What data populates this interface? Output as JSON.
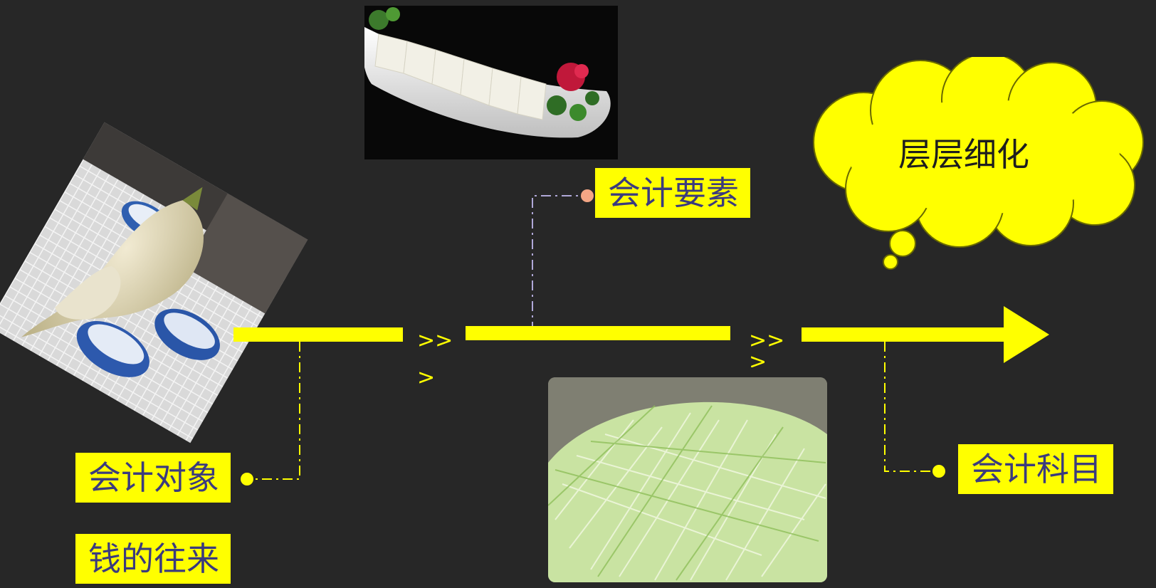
{
  "labels": {
    "accounting_object": "会计对象",
    "money_flow": "钱的往来",
    "accounting_elements": "会计要素",
    "accounting_subjects": "会计科目"
  },
  "cloud": {
    "text": "层层细化"
  },
  "chevrons": {
    "first_line1": ">>",
    "first_line2": ">",
    "second_line1": ">>",
    "second_line2": ">"
  },
  "images": {
    "radish": "radish-photo",
    "tofu": "tofu-plate-photo",
    "shredded": "shredded-vegetable-photo"
  },
  "colors": {
    "background": "#272727",
    "accent": "#ffff00",
    "label_text": "#3b3b7e",
    "dot_pink": "#f4a685",
    "dash_lavender": "#b0a8d8"
  }
}
